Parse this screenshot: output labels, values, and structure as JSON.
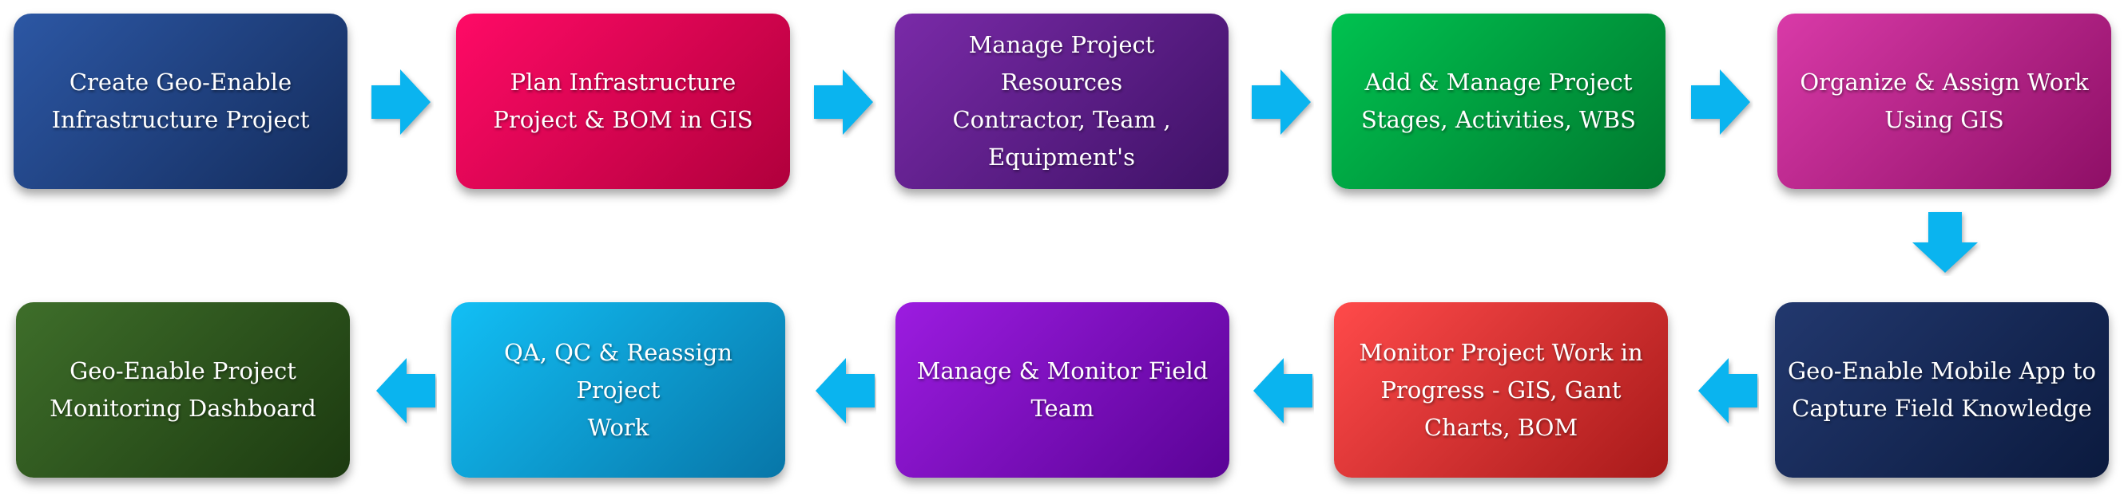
{
  "steps": [
    {
      "text": "Create Geo-Enable\nInfrastructure Project",
      "color_start": "#2c57a4",
      "color_end": "#142c5c"
    },
    {
      "text": "Plan Infrastructure\nProject & BOM  in GIS",
      "color_start": "#ff0a66",
      "color_end": "#b0003c"
    },
    {
      "text": "Manage  Project Resources\nContractor, Team ,\nEquipment's",
      "color_start": "#7a2aa8",
      "color_end": "#3e1266"
    },
    {
      "text": "Add &  Manage Project\nStages,  Activities, WBS",
      "color_start": "#00c250",
      "color_end": "#00782e"
    },
    {
      "text": "Organize & Assign Work\nUsing GIS",
      "color_start": "#d93aa8",
      "color_end": "#8e0f66"
    },
    {
      "text": "Geo-Enable  Mobile App  to\nCapture Field Knowledge",
      "color_start": "#22386e",
      "color_end": "#0b1a3e"
    },
    {
      "text": "Monitor Project  Work in\nProgress  -  GIS,  Gant\nCharts,  BOM",
      "color_start": "#ff4a4a",
      "color_end": "#a81a1a"
    },
    {
      "text": "Manage & Monitor Field\nTeam",
      "color_start": "#9c1ce0",
      "color_end": "#5a0396"
    },
    {
      "text": "QA, QC & Reassign  Project\nWork",
      "color_start": "#12bff5",
      "color_end": "#0876a8"
    },
    {
      "text": "Geo-Enable Project\nMonitoring Dashboard",
      "color_start": "#3e6e2a",
      "color_end": "#1c3a10"
    }
  ],
  "arrow_color": "#0ab4ef"
}
